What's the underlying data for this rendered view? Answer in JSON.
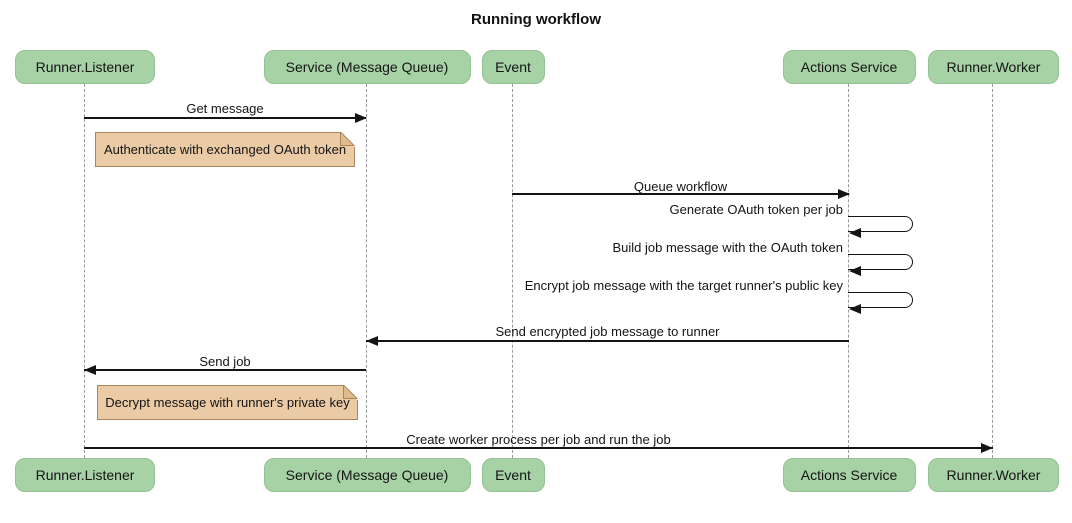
{
  "title": "Running workflow",
  "diagram": {
    "type": "sequence",
    "participants": [
      {
        "label": "Runner.Listener"
      },
      {
        "label": "Service (Message Queue)"
      },
      {
        "label": "Event"
      },
      {
        "label": "Actions Service"
      },
      {
        "label": "Runner.Worker"
      }
    ],
    "messages": [
      {
        "type": "arrow",
        "from": "Runner.Listener",
        "to": "Service (Message Queue)",
        "label": "Get message"
      },
      {
        "type": "note",
        "over": "Runner.Listener",
        "label": "Authenticate with exchanged OAuth token"
      },
      {
        "type": "arrow",
        "from": "Event",
        "to": "Actions Service",
        "label": "Queue workflow"
      },
      {
        "type": "self",
        "on": "Actions Service",
        "label": "Generate OAuth token per job"
      },
      {
        "type": "self",
        "on": "Actions Service",
        "label": "Build job message with the OAuth token"
      },
      {
        "type": "self",
        "on": "Actions Service",
        "label": "Encrypt job message with the target runner's public key"
      },
      {
        "type": "arrow",
        "from": "Actions Service",
        "to": "Service (Message Queue)",
        "label": "Send encrypted job message to runner"
      },
      {
        "type": "arrow",
        "from": "Service (Message Queue)",
        "to": "Runner.Listener",
        "label": "Send job"
      },
      {
        "type": "note",
        "over": "Runner.Listener",
        "label": "Decrypt message with runner's private key"
      },
      {
        "type": "arrow",
        "from": "Runner.Listener",
        "to": "Runner.Worker",
        "label": "Create worker process per job and run the job"
      }
    ],
    "colors": {
      "actor_fill": "#A6D2A6",
      "actor_border": "#94C294",
      "note_fill": "#EACBA6",
      "note_border": "#A8875C",
      "note_fold": "#E0BB8C",
      "lifeline": "#999999",
      "arrow": "#141414",
      "background": "#FFFFFF"
    }
  }
}
